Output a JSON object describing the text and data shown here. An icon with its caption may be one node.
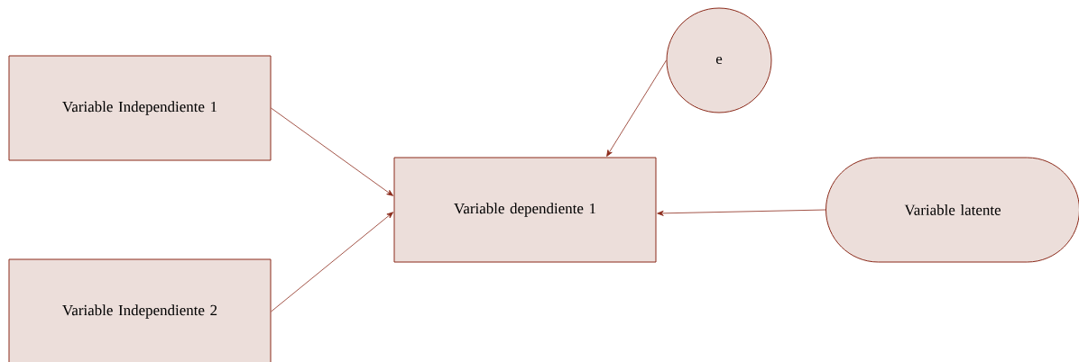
{
  "diagram": {
    "nodes": [
      {
        "text": [
          "Variable Independiente 1"
        ]
      },
      {
        "text": [
          "Variable Independiente 2"
        ]
      },
      {
        "text": [
          "Variable dependiente 1"
        ]
      },
      {
        "text": [
          "e"
        ]
      },
      {
        "text": [
          "Variable latente"
        ]
      }
    ],
    "edges": [
      {
        "from": 0,
        "to": 2,
        "arrow": "to"
      },
      {
        "from": 1,
        "to": 2,
        "arrow": "to"
      },
      {
        "from": 3,
        "to": 2,
        "arrow": "to"
      },
      {
        "from": 4,
        "to": 2,
        "arrow": "to"
      }
    ]
  }
}
